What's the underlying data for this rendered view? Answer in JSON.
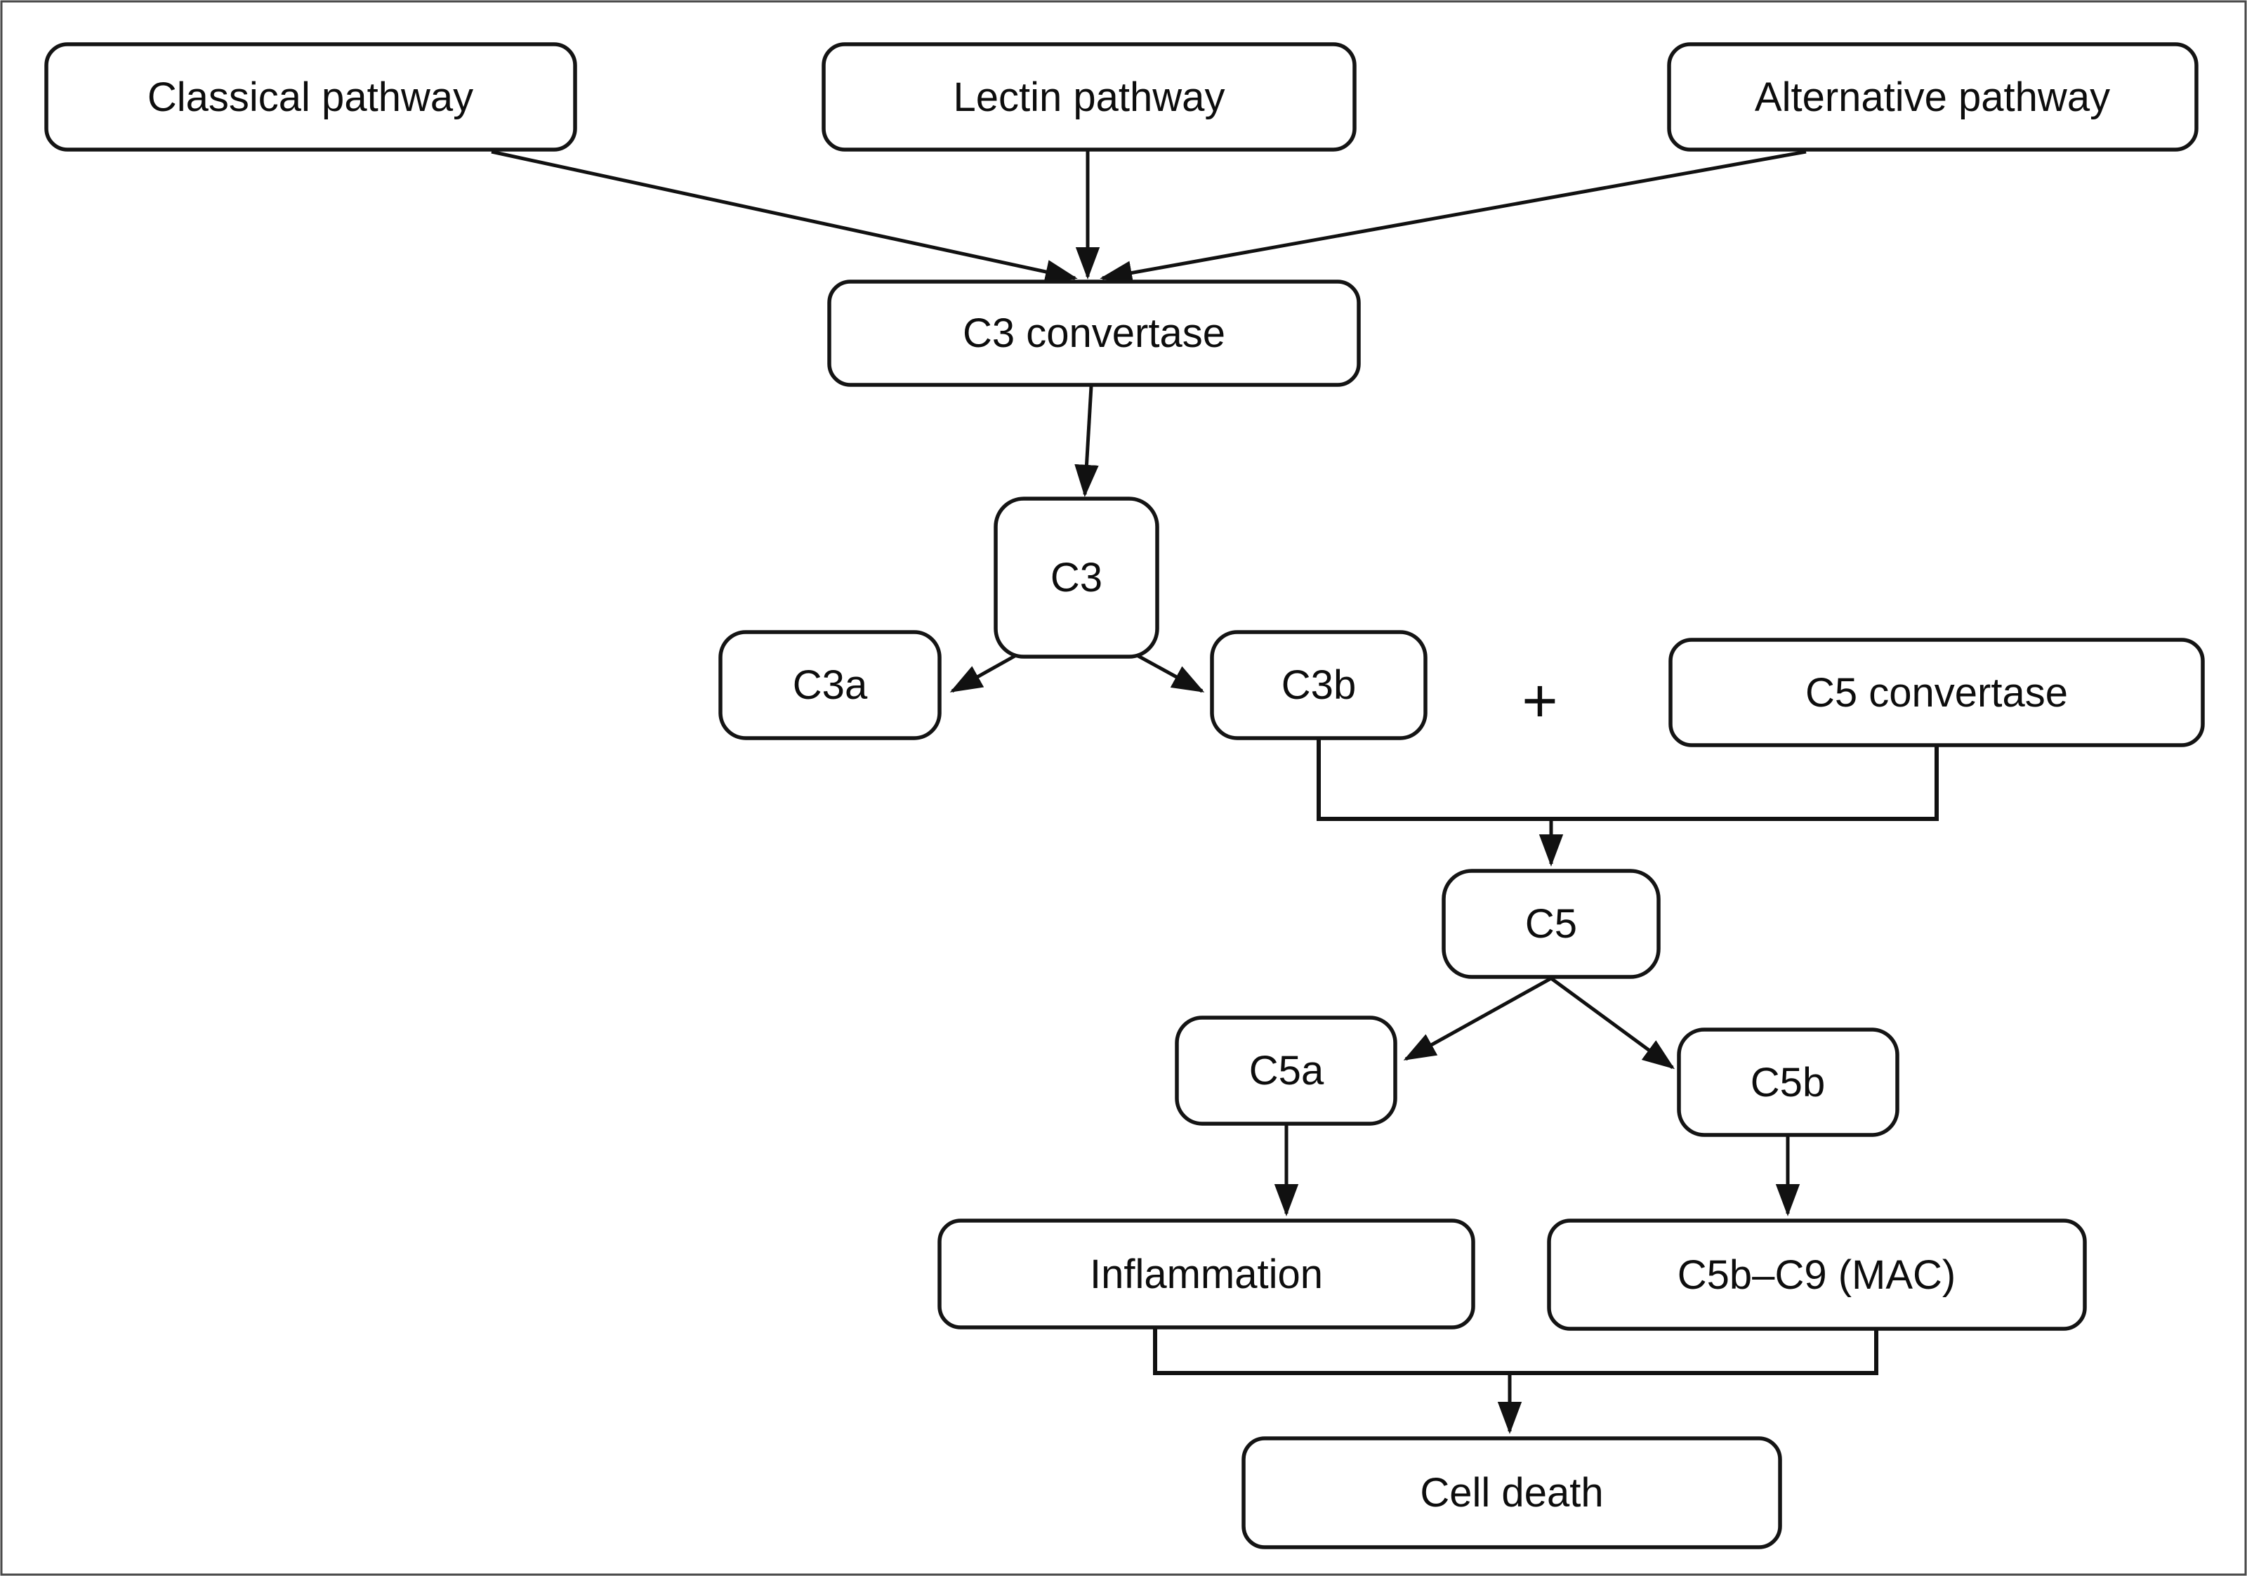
{
  "diagram_type": "flowchart",
  "colors": {
    "ink": "#111111",
    "box_border": "#141414",
    "box_fill": "#ffffff",
    "background": "#ffffff",
    "frame": "#4a4a4a"
  },
  "nodes": {
    "classical": {
      "label": "Classical pathway"
    },
    "lectin": {
      "label": "Lectin pathway"
    },
    "alternative": {
      "label": "Alternative pathway"
    },
    "c3_convertase": {
      "label": "C3 convertase"
    },
    "c3": {
      "label": "C3"
    },
    "c3a": {
      "label": "C3a"
    },
    "c3b": {
      "label": "C3b"
    },
    "plus_operator": {
      "label": "+"
    },
    "c5_convertase": {
      "label": "C5 convertase"
    },
    "c5": {
      "label": "C5"
    },
    "c5a": {
      "label": "C5a"
    },
    "c5b": {
      "label": "C5b"
    },
    "inflammation": {
      "label": "Inflammation"
    },
    "mac": {
      "label": "C5b–C9 (MAC)"
    },
    "cell_death": {
      "label": "Cell death"
    }
  },
  "edges": [
    {
      "from": "classical",
      "to": "c3_convertase",
      "style": "arrow"
    },
    {
      "from": "lectin",
      "to": "c3_convertase",
      "style": "arrow"
    },
    {
      "from": "alternative",
      "to": "c3_convertase",
      "style": "arrow"
    },
    {
      "from": "c3_convertase",
      "to": "c3",
      "style": "arrow"
    },
    {
      "from": "c3",
      "to": "c3a",
      "style": "arrow"
    },
    {
      "from": "c3",
      "to": "c3b",
      "style": "arrow"
    },
    {
      "from": "c3b",
      "to": "c5",
      "style": "elbow-merge-arrow"
    },
    {
      "from": "c5_convertase",
      "to": "c5",
      "style": "elbow-merge-arrow"
    },
    {
      "from": "c5",
      "to": "c5a",
      "style": "arrow"
    },
    {
      "from": "c5",
      "to": "c5b",
      "style": "arrow"
    },
    {
      "from": "c5a",
      "to": "inflammation",
      "style": "arrow"
    },
    {
      "from": "c5b",
      "to": "mac",
      "style": "arrow"
    },
    {
      "from": "inflammation",
      "to": "cell_death",
      "style": "elbow-merge-arrow"
    },
    {
      "from": "mac",
      "to": "cell_death",
      "style": "elbow-merge-arrow"
    }
  ]
}
